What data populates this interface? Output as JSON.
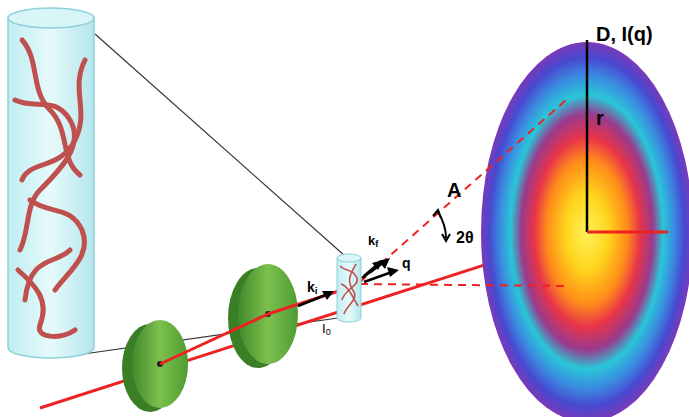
{
  "diagram": {
    "labels": [
      "D, I(q)",
      "r",
      "A",
      "2θ",
      "kf",
      "q",
      "ki",
      "I0"
    ]
  }
}
